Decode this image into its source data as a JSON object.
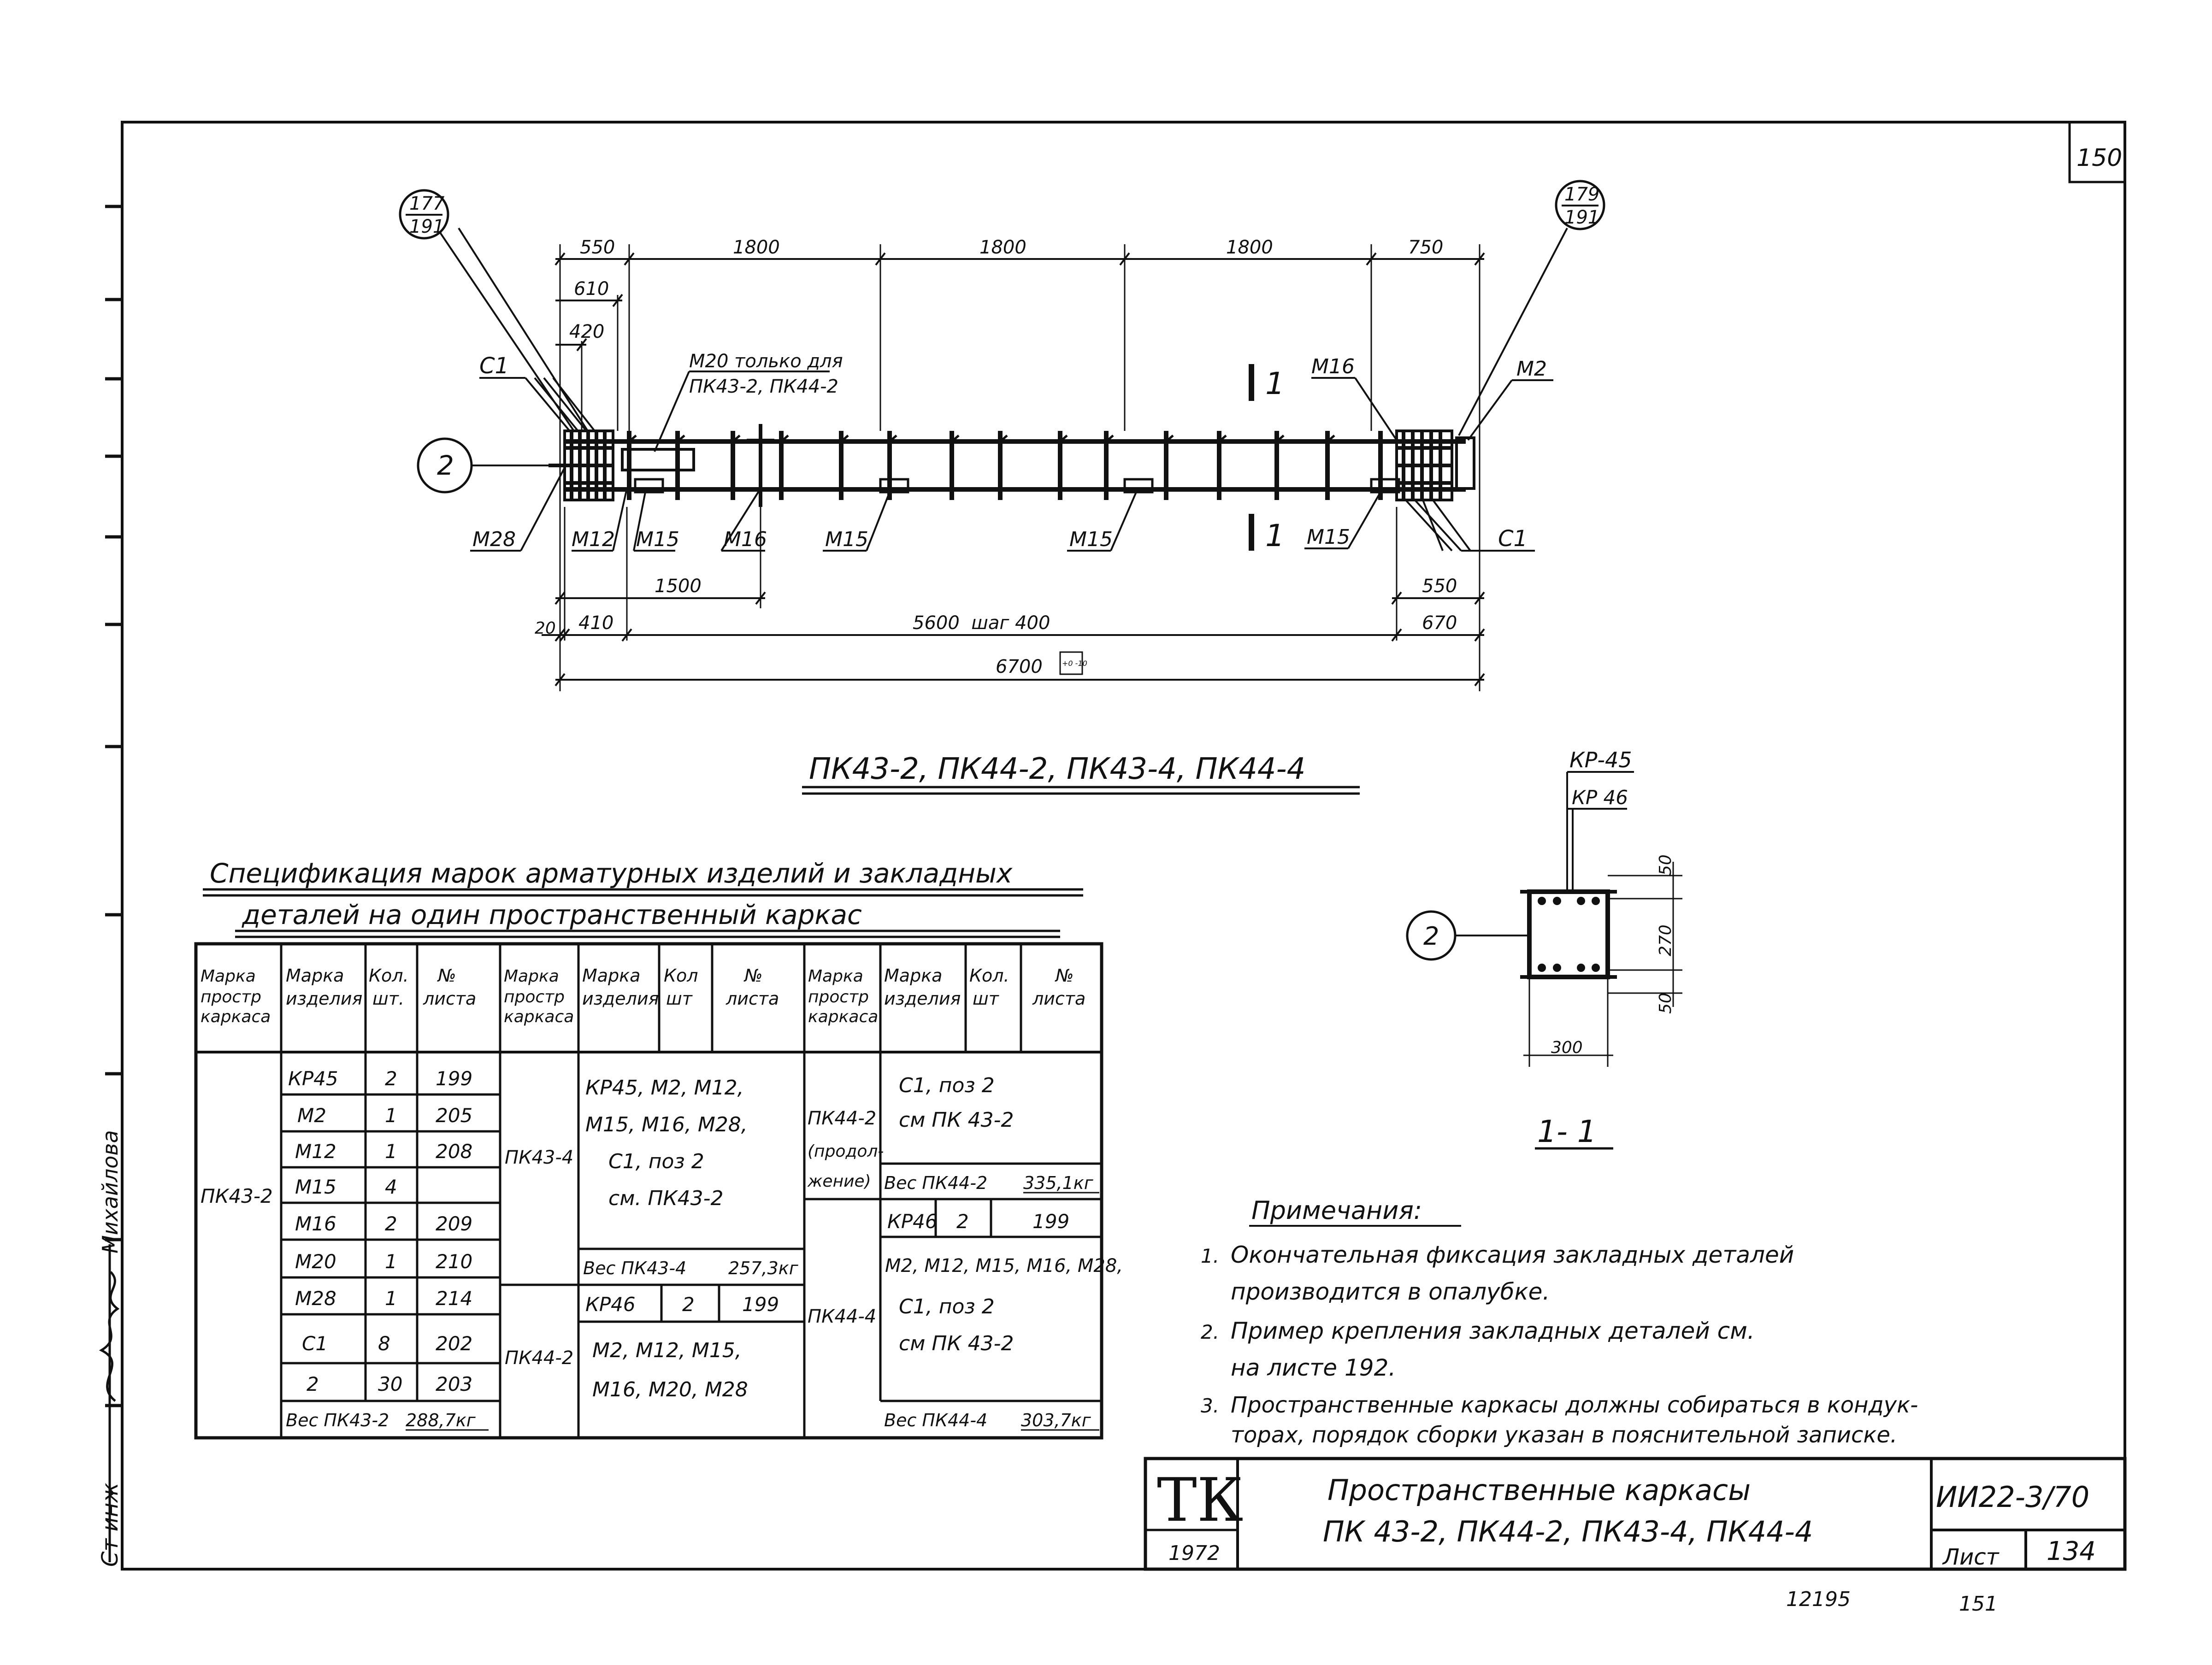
{
  "sheet": {
    "top_number": "150",
    "left_margin": {
      "labels": [
        "Ст инж",
        "Михайлова"
      ]
    },
    "bottom_numbers": [
      "12195",
      "151"
    ]
  },
  "drawing": {
    "callout_left": {
      "top": "177",
      "bottom": "191"
    },
    "callout_right": {
      "top": "179",
      "bottom": "191"
    },
    "marker_2": "2",
    "top_dims": [
      "550",
      "1800",
      "1800",
      "1800",
      "750"
    ],
    "sub_dims": [
      "610",
      "420"
    ],
    "note_m20": [
      "М20 только для",
      "ПК43-2, ПК44-2"
    ],
    "labels": {
      "c1_left": "С1",
      "m16_right": "М16",
      "m2": "М2",
      "m28": "М28",
      "m12": "М12",
      "m15_a": "М15",
      "m16": "М16",
      "m15_b": "М15",
      "m15_c": "М15",
      "m15_d": "М15",
      "c1_right": "С1",
      "section_top": "1",
      "section_bottom": "1"
    },
    "bottom_dims": {
      "d1500": "1500",
      "d550": "550",
      "d20": "20",
      "d410": "410",
      "d5600": "5600  шаг 400",
      "d670": "670",
      "d6700": "6700",
      "tol": "+0 -10"
    },
    "title": "ПК43-2, ПК44-2, ПК43-4,  ПК44-4"
  },
  "section": {
    "kr45": "КР-45",
    "kr46": "КР 46",
    "marker": "2",
    "dim_50a": "50",
    "dim_270": "270",
    "dim_50b": "50",
    "dim_300": "300",
    "title": "1- 1"
  },
  "spec": {
    "title_1": "Спецификация марок арматурных изделий и закладных",
    "title_2": "деталей  на один пространственный каркас",
    "headers": {
      "mark_frame": "Марка простр каркаса",
      "mark_item": "Марка изделия",
      "qty": "Кол. шт.",
      "sheet_no": "№ листа",
      "mark_item_b": "Марка изделия",
      "qty_b": "Кол шт",
      "sheet_b": "№ листа",
      "mark_item_c": "Марка изделия",
      "qty_c": "Кол. шт",
      "sheet_c": "№ листа"
    },
    "pk43_2": {
      "name": "ПК43-2",
      "rows": [
        [
          "КР45",
          "2",
          "199"
        ],
        [
          "М2",
          "1",
          "205"
        ],
        [
          "М12",
          "1",
          "208"
        ],
        [
          "М15",
          "4",
          ""
        ],
        [
          "М16",
          "2",
          "209"
        ],
        [
          "М20",
          "1",
          "210"
        ],
        [
          "М28",
          "1",
          "214"
        ],
        [
          "С1",
          "8",
          "202"
        ],
        [
          "2",
          "30",
          "203"
        ]
      ],
      "weight_label": "Вес ПК43-2",
      "weight": "288,7кг"
    },
    "pk43_4": {
      "name": "ПК43-4",
      "items": [
        "КР45, М2, М12,",
        "М15, М16, М28,",
        "С1, поз  2",
        "см. ПК43-2"
      ],
      "weight_label": "Вес ПК43-4",
      "weight": "257,3кг"
    },
    "pk44_2": {
      "name": "ПК44-2",
      "row": [
        "КР46",
        "2",
        "199"
      ],
      "items": [
        "М2, М12, М15,",
        "М16, М20, М28"
      ]
    },
    "pk44_2_cont": {
      "name": "ПК44-2 (продолжение)",
      "items": [
        "С1, поз  2",
        "см  ПК 43-2"
      ],
      "weight_label": "Вес ПК44-2",
      "weight": "335,1кг"
    },
    "pk44_4": {
      "name": "ПК44-4",
      "row": [
        "КР46",
        "2",
        "199"
      ],
      "items": [
        "М2, М12, М15, М16, М28,",
        "С1, поз 2",
        "см  ПК 43-2"
      ],
      "weight_label": "Вес ПК44-4",
      "weight": "303,7кг"
    }
  },
  "notes": {
    "title": "Примечания:",
    "items": [
      [
        "1.",
        "Окончательная фиксация закладных деталей",
        "производится  в опалубке."
      ],
      [
        "2.",
        "Пример крепления закладных деталей  см.",
        "на листе 192."
      ],
      [
        "3.",
        "Пространственные  каркасы должны собираться в кондук-",
        "торах, порядок сборки указан в пояснительной записке."
      ]
    ]
  },
  "stamp": {
    "logo": "ТК",
    "year": "1972",
    "title_1": "Пространственные каркасы",
    "title_2": "ПК 43-2, ПК44-2, ПК43-4, ПК44-4",
    "code": "ИИ22-3/70",
    "sheet_label": "Лист",
    "sheet_number": "134"
  }
}
